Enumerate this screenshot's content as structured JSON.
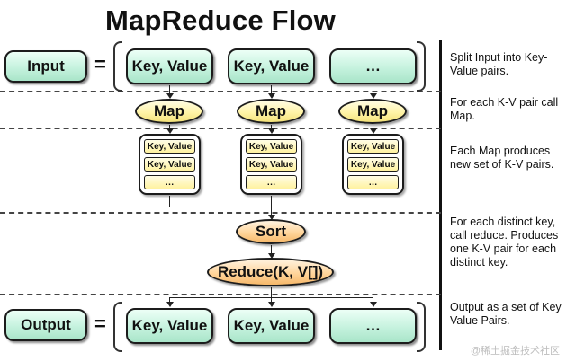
{
  "title": "MapReduce Flow",
  "input_label": "Input",
  "output_label": "Output",
  "equals": "=",
  "kv_label": "Key, Value",
  "ellipsis": "…",
  "map_label": "Map",
  "sort_label": "Sort",
  "reduce_label": "Reduce(K, V[])",
  "mini_kv": "Key, Value",
  "mini_ellipsis": "…",
  "notes": [
    "Split Input into Key-Value pairs.",
    "For each K-V pair call Map.",
    "Each Map produces new set of K-V pairs.",
    "For each distinct key, call reduce. Produces one K-V pair for each distinct key.",
    "Output as a set of Key Value Pairs."
  ],
  "watermark": "@稀土掘金技术社区"
}
